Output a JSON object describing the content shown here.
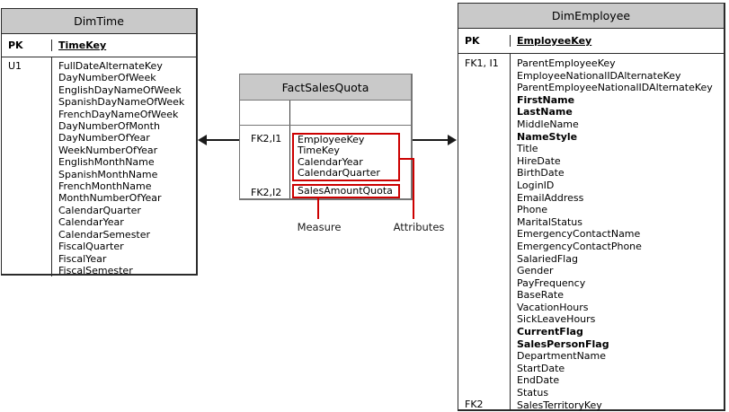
{
  "colors": {
    "header_fill": "#c9c9c9",
    "table_border": "#2b2b2b",
    "fact_table_border": "#767676",
    "callout_red": "#cc0000",
    "arrow_black": "#1a1a1a"
  },
  "dim_time": {
    "title": "DimTime",
    "pk_label": "PK",
    "pk_field": "TimeKey",
    "unique_label": "U1",
    "fields": [
      "FullDateAlternateKey",
      "DayNumberOfWeek",
      "EnglishDayNameOfWeek",
      "SpanishDayNameOfWeek",
      "FrenchDayNameOfWeek",
      "DayNumberOfMonth",
      "DayNumberOfYear",
      "WeekNumberOfYear",
      "EnglishMonthName",
      "SpanishMonthName",
      "FrenchMonthName",
      "MonthNumberOfYear",
      "CalendarQuarter",
      "CalendarYear",
      "CalendarSemester",
      "FiscalQuarter",
      "FiscalYear",
      "FiscalSemester"
    ]
  },
  "fact_sales_quota": {
    "title": "FactSalesQuota",
    "fk_labels": [
      "FK2,I1",
      "FK2,I2"
    ],
    "attributes": [
      "EmployeeKey",
      "TimeKey",
      "CalendarYear",
      "CalendarQuarter"
    ],
    "measures": [
      "SalesAmountQuota"
    ]
  },
  "dim_employee": {
    "title": "DimEmployee",
    "pk_label": "PK",
    "pk_field": "EmployeeKey",
    "fk_top_label": "FK1, I1",
    "fk_bottom_label": "FK2",
    "fields": [
      {
        "n": "ParentEmployeeKey"
      },
      {
        "n": "EmployeeNationalIDAlternateKey"
      },
      {
        "n": "ParentEmployeeNationalIDAlternateKey"
      },
      {
        "n": "FirstName",
        "b": true
      },
      {
        "n": "LastName",
        "b": true
      },
      {
        "n": "MiddleName"
      },
      {
        "n": "NameStyle",
        "b": true
      },
      {
        "n": "Title"
      },
      {
        "n": "HireDate"
      },
      {
        "n": "BirthDate"
      },
      {
        "n": "LoginID"
      },
      {
        "n": "EmailAddress"
      },
      {
        "n": "Phone"
      },
      {
        "n": "MaritalStatus"
      },
      {
        "n": "EmergencyContactName"
      },
      {
        "n": "EmergencyContactPhone"
      },
      {
        "n": "SalariedFlag"
      },
      {
        "n": "Gender"
      },
      {
        "n": "PayFrequency"
      },
      {
        "n": "BaseRate"
      },
      {
        "n": "VacationHours"
      },
      {
        "n": "SickLeaveHours"
      },
      {
        "n": "CurrentFlag",
        "b": true
      },
      {
        "n": "SalesPersonFlag",
        "b": true
      },
      {
        "n": "DepartmentName"
      },
      {
        "n": "StartDate"
      },
      {
        "n": "EndDate"
      },
      {
        "n": "Status"
      },
      {
        "n": "SalesTerritoryKey"
      }
    ]
  },
  "callouts": {
    "measure": "Measure",
    "attributes": "Attributes"
  }
}
